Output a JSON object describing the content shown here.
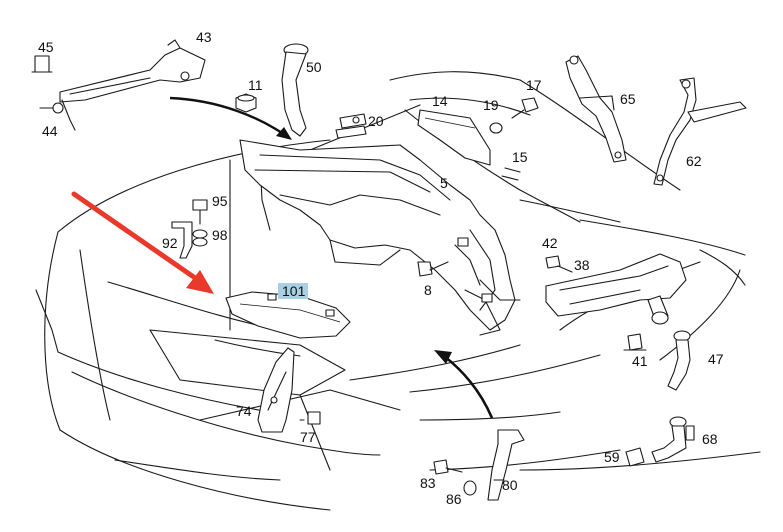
{
  "diagram": {
    "accent_color": "#e8392b",
    "highlight_color": "#a9cfe3",
    "labels": {
      "p45": "45",
      "p43": "43",
      "p44": "44",
      "p50": "50",
      "p11": "11",
      "p20": "20",
      "p14": "14",
      "p19": "19",
      "p17": "17",
      "p65": "65",
      "p15": "15",
      "p62": "62",
      "p5": "5",
      "p95": "95",
      "p92": "92",
      "p98": "98",
      "p42": "42",
      "p38": "38",
      "p8": "8",
      "p101": "101",
      "p41": "41",
      "p47": "47",
      "p74": "74",
      "p77": "77",
      "p59": "59",
      "p68": "68",
      "p83": "83",
      "p86": "86",
      "p80": "80"
    }
  }
}
